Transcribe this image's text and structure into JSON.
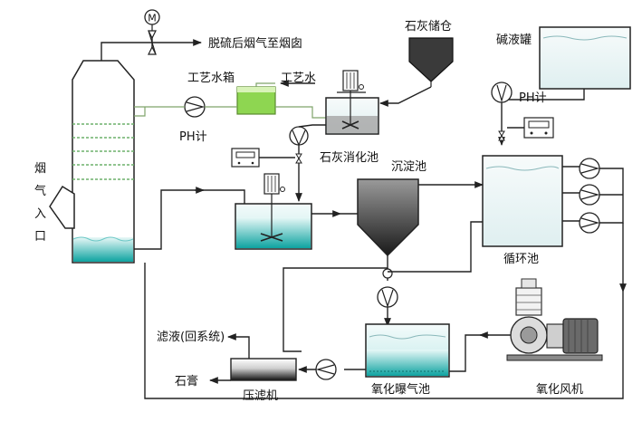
{
  "labels": {
    "motor": "M",
    "flue_out": "脱硫后烟气至烟囱",
    "process_tank": "工艺水箱",
    "process_water": "工艺水",
    "ph_meter_1": "PH计",
    "lime_silo": "石灰储仓",
    "alkali_tank": "碱液罐",
    "ph_meter_2": "PH计",
    "flue_in": [
      "烟",
      "气",
      "入",
      "口"
    ],
    "lime_slaker": "石灰消化池",
    "settling_tank": "沉淀池",
    "circulation_tank": "循环池",
    "filtrate": "滤液(回系统)",
    "gypsum": "石膏",
    "filter_press": "压滤机",
    "oxidation_tank": "氧化曝气池",
    "oxidation_fan": "氧化风机"
  },
  "colors": {
    "liquid": "#14a7a3",
    "liquid_light": "#cdeeed",
    "process_tank_fill": "#7fd044",
    "silo_fill": "#3a3a3a",
    "line": "#222222",
    "green_line": "#7fa46a"
  }
}
